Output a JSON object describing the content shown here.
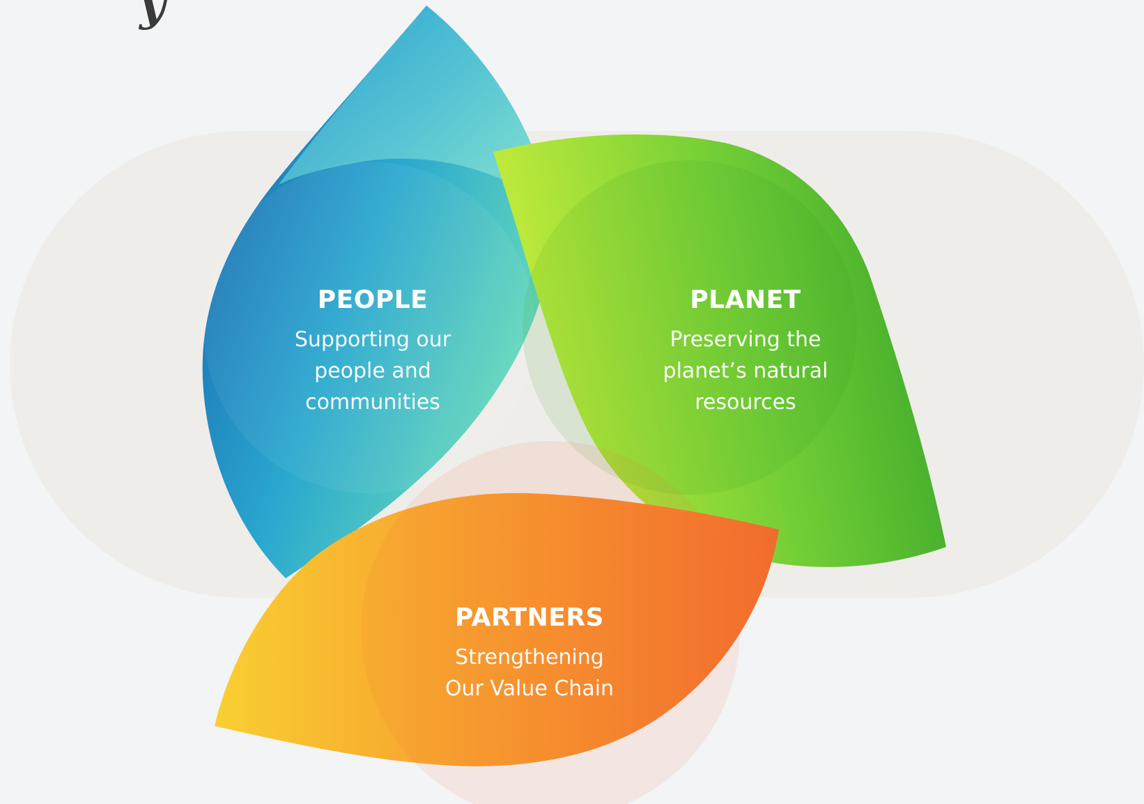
{
  "pillars": [
    {
      "id": "people",
      "title": "PEOPLE",
      "description": "Supporting our\npeople and\ncommunities",
      "gradient": [
        "#1b6fb5",
        "#2bb0d6",
        "#6fe3b0"
      ]
    },
    {
      "id": "planet",
      "title": "PLANET",
      "description": "Preserving the\nplanet’s natural\nresources",
      "gradient": [
        "#c6ee3a",
        "#7bd23c",
        "#3aad2c"
      ]
    },
    {
      "id": "partners",
      "title": "PARTNERS",
      "description": "Strengthening\nOur Value Chain",
      "gradient": [
        "#f8c92f",
        "#f7952f",
        "#f26a2e"
      ]
    }
  ],
  "colors": {
    "background": "#f3f4f6",
    "band": "#efedea"
  }
}
